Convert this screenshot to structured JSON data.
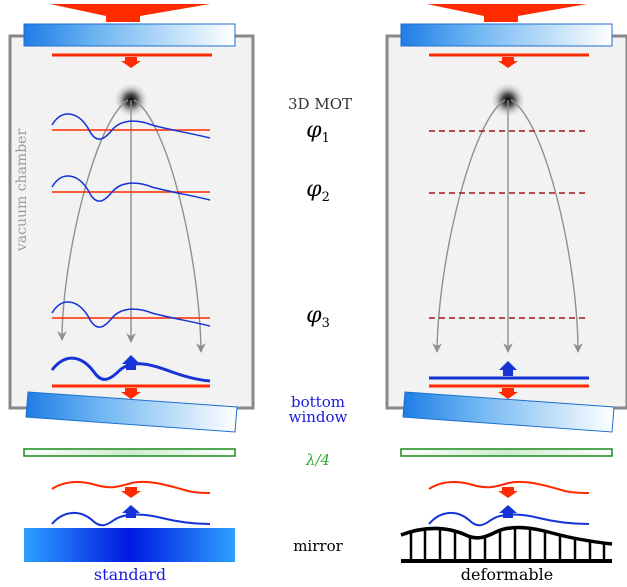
{
  "labels": {
    "vacuum_chamber": "vacuum chamber",
    "mot": "3D MOT",
    "phi1": "φ",
    "phi1_sub": "1",
    "phi2": "φ",
    "phi2_sub": "2",
    "phi3": "φ",
    "phi3_sub": "3",
    "bottom_window_line1": "bottom",
    "bottom_window_line2": "window",
    "quarter_wave": "λ/4",
    "mirror": "mirror",
    "standard": "standard",
    "deformable": "deformable"
  },
  "colors": {
    "beam_red": "#ff2a00",
    "wavefront_blue": "#1533d6",
    "plate_green": "#1a8a1a",
    "chamber_wall": "#888888",
    "chamber_fill": "#f2f2f2",
    "trajectory_gray": "#909090",
    "dashed_red": "#a01818",
    "window_label_blue": "#1a1ae0",
    "lambda_label_green": "#33aa33"
  },
  "icons": {
    "downward_beam_arrow": "red-down-arrow",
    "upward_beam_arrow": "blue-up-arrow",
    "atom_cloud": "mot-cloud"
  }
}
